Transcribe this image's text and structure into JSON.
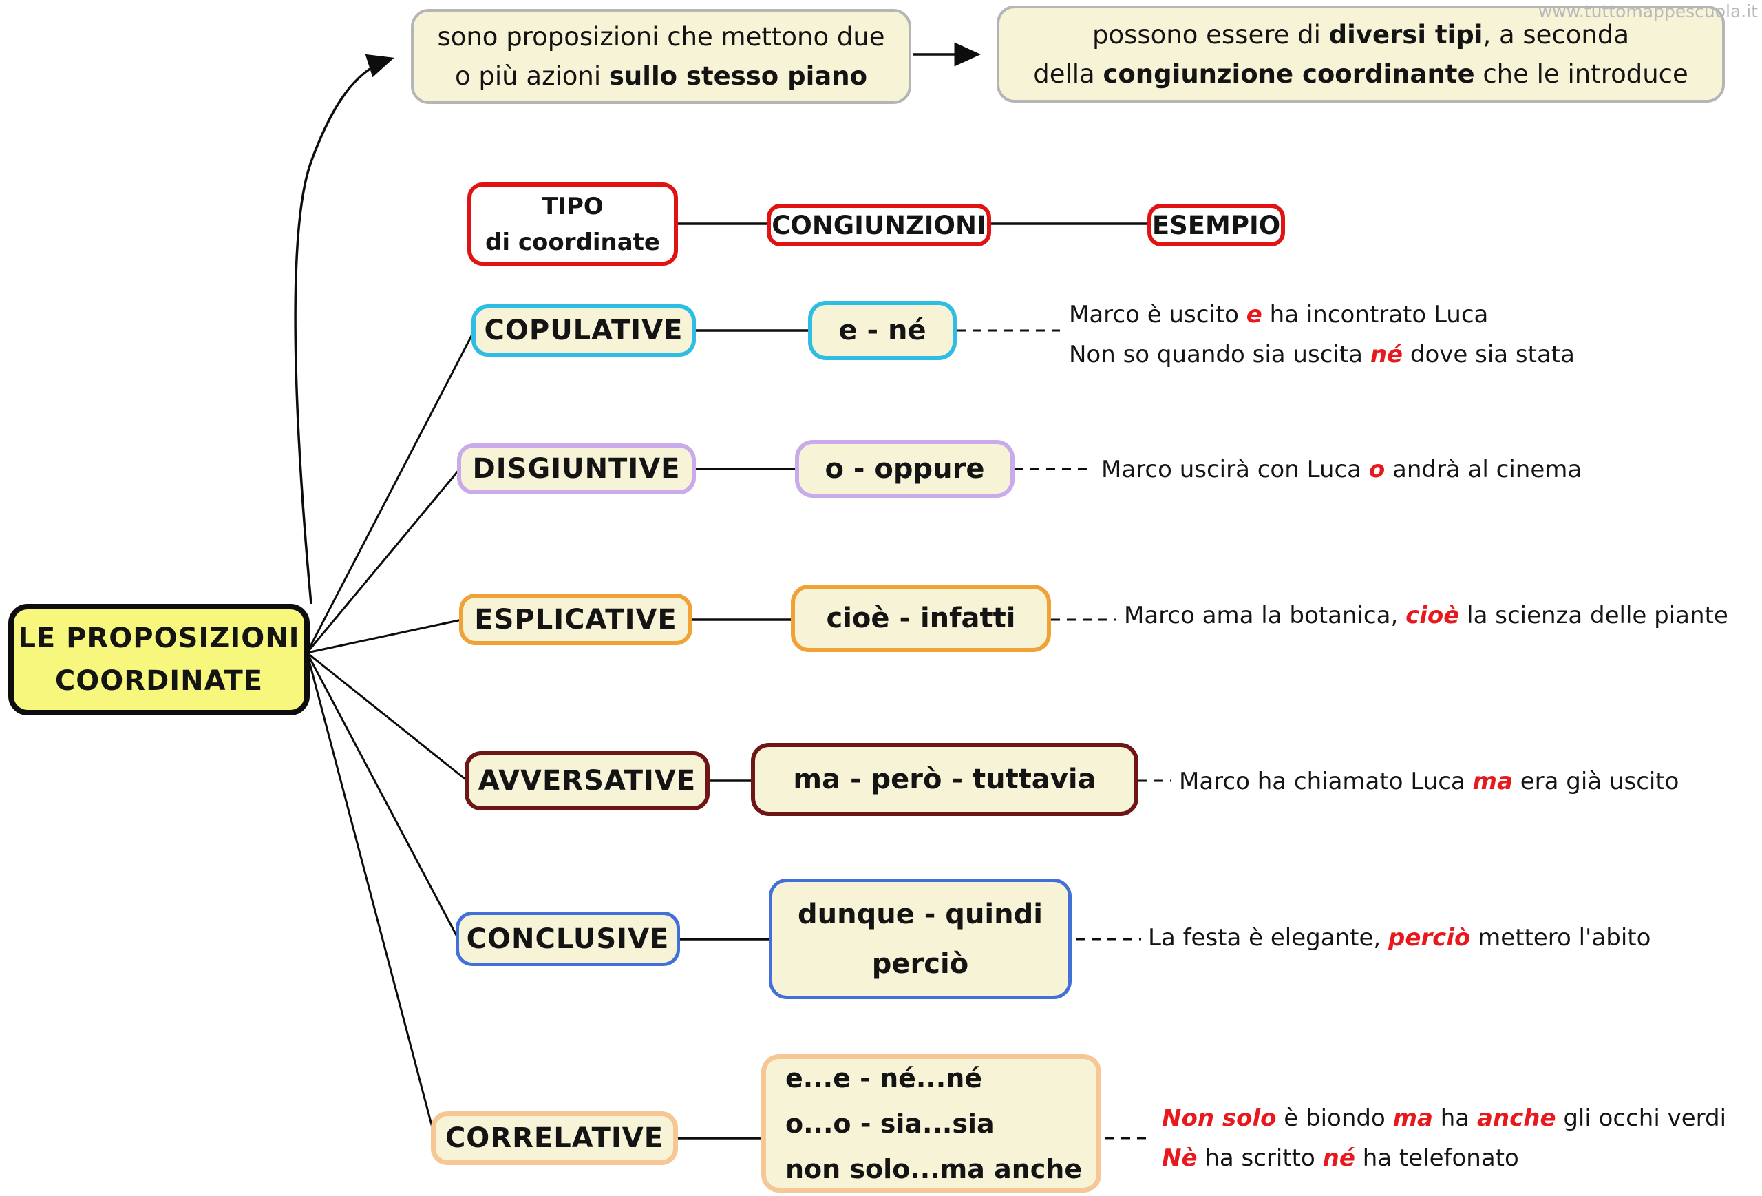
{
  "watermark": "www.tuttomappescuola.it",
  "colors": {
    "highlight": "#e8191c",
    "header_border": "#e11212",
    "root_bg": "#f7f67d",
    "box_bg": "#f7f3d7"
  },
  "root": {
    "lines": [
      "LE PROPOSIZIONI",
      "COORDINATE"
    ]
  },
  "definition": {
    "lines": [
      [
        {
          "t": "sono proposizioni che mettono due"
        }
      ],
      [
        {
          "t": "o più azioni "
        },
        {
          "t": "sullo stesso piano",
          "c": "b"
        }
      ]
    ]
  },
  "types_note": {
    "lines": [
      [
        {
          "t": "possono essere di "
        },
        {
          "t": "diversi tipi",
          "c": "b"
        },
        {
          "t": ", a seconda"
        }
      ],
      [
        {
          "t": "della "
        },
        {
          "t": "congiunzione coordinante",
          "c": "b"
        },
        {
          "t": " che le introduce"
        }
      ]
    ]
  },
  "header": {
    "tipo_lines": [
      "TIPO",
      "di coordinate"
    ],
    "congiunzioni": "CONGIUNZIONI",
    "esempio": "ESEMPIO"
  },
  "rows": [
    {
      "label": "COPULATIVE",
      "color": "#2fbde4",
      "conjunction_lines": [
        "e - né"
      ],
      "examples": [
        [
          {
            "t": "Marco è uscito "
          },
          {
            "t": "e",
            "c": "hl"
          },
          {
            "t": " ha incontrato Luca"
          }
        ],
        [
          {
            "t": "Non so quando sia uscita "
          },
          {
            "t": "né",
            "c": "hl"
          },
          {
            "t": " dove sia stata"
          }
        ]
      ]
    },
    {
      "label": "DISGIUNTIVE",
      "color": "#c9aaeb",
      "conjunction_lines": [
        "o - oppure"
      ],
      "examples": [
        [
          {
            "t": "Marco uscirà con Luca "
          },
          {
            "t": "o",
            "c": "hl"
          },
          {
            "t": " andrà al cinema"
          }
        ]
      ]
    },
    {
      "label": "ESPLICATIVE",
      "color": "#f0a237",
      "conjunction_lines": [
        "cioè - infatti"
      ],
      "examples": [
        [
          {
            "t": "Marco ama la botanica, "
          },
          {
            "t": "cioè",
            "c": "hl"
          },
          {
            "t": " la scienza delle piante"
          }
        ]
      ]
    },
    {
      "label": "AVVERSATIVE",
      "color": "#6e1616",
      "conjunction_lines": [
        "ma - però - tuttavia"
      ],
      "examples": [
        [
          {
            "t": "Marco ha chiamato Luca "
          },
          {
            "t": "ma",
            "c": "hl"
          },
          {
            "t": " era già uscito"
          }
        ]
      ]
    },
    {
      "label": "CONCLUSIVE",
      "color": "#4170d8",
      "conjunction_lines": [
        "dunque - quindi",
        "perciò"
      ],
      "examples": [
        [
          {
            "t": "La festa è elegante, "
          },
          {
            "t": "perciò",
            "c": "hl"
          },
          {
            "t": " mettero l'abito"
          }
        ]
      ]
    },
    {
      "label": "CORRELATIVE",
      "color": "#f7c695",
      "conjunction_lines": [
        "e...e  -  né...né",
        "o...o  -  sia...sia",
        "non solo...ma anche"
      ],
      "examples": [
        [
          {
            "t": "Non solo",
            "c": "hl"
          },
          {
            "t": " è biondo "
          },
          {
            "t": "ma",
            "c": "hl"
          },
          {
            "t": " ha "
          },
          {
            "t": "anche",
            "c": "hl"
          },
          {
            "t": " gli occhi verdi"
          }
        ],
        [
          {
            "t": "Nè",
            "c": "hl"
          },
          {
            "t": " ha scritto "
          },
          {
            "t": "né",
            "c": "hl"
          },
          {
            "t": " ha telefonato"
          }
        ]
      ]
    }
  ]
}
